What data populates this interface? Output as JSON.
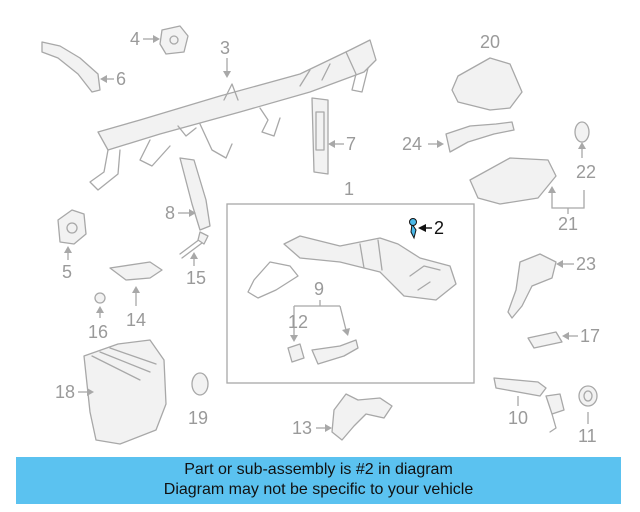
{
  "diagram": {
    "highlight_color": "#4ab8e8",
    "callouts": {
      "c1": "1",
      "c2": "2",
      "c3": "3",
      "c4": "4",
      "c5": "5",
      "c6": "6",
      "c7": "7",
      "c8": "8",
      "c9": "9",
      "c10": "10",
      "c11": "11",
      "c12": "12",
      "c13": "13",
      "c14": "14",
      "c15": "15",
      "c16": "16",
      "c17": "17",
      "c18": "18",
      "c19": "19",
      "c20": "20",
      "c21": "21",
      "c22": "22",
      "c23": "23",
      "c24": "24"
    }
  },
  "banner": {
    "background": "#5bc2f0",
    "line1": "Part or sub-assembly is #2 in diagram",
    "line2": "Diagram may not be specific to your vehicle"
  }
}
